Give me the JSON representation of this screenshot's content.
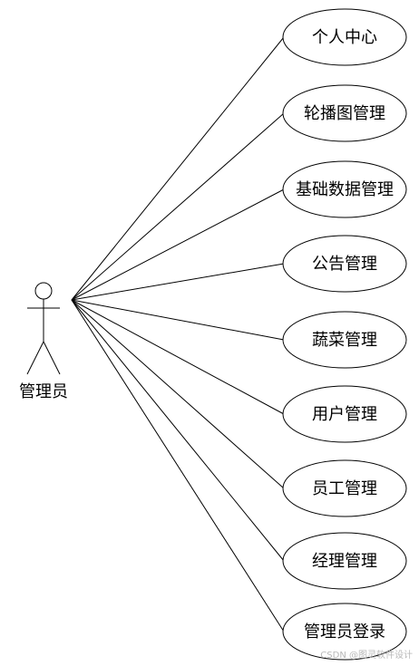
{
  "actor": {
    "label": "管理员"
  },
  "use_cases": [
    {
      "label": "个人中心"
    },
    {
      "label": "轮播图管理"
    },
    {
      "label": "基础数据管理"
    },
    {
      "label": "公告管理"
    },
    {
      "label": "蔬菜管理"
    },
    {
      "label": "用户管理"
    },
    {
      "label": "员工管理"
    },
    {
      "label": "经理管理"
    },
    {
      "label": "管理员登录"
    }
  ],
  "watermark": {
    "text": "CSDN @图灵软件设计"
  },
  "colors": {
    "stroke": "#000000",
    "background": "#ffffff",
    "watermark": "#b8b8b8"
  }
}
